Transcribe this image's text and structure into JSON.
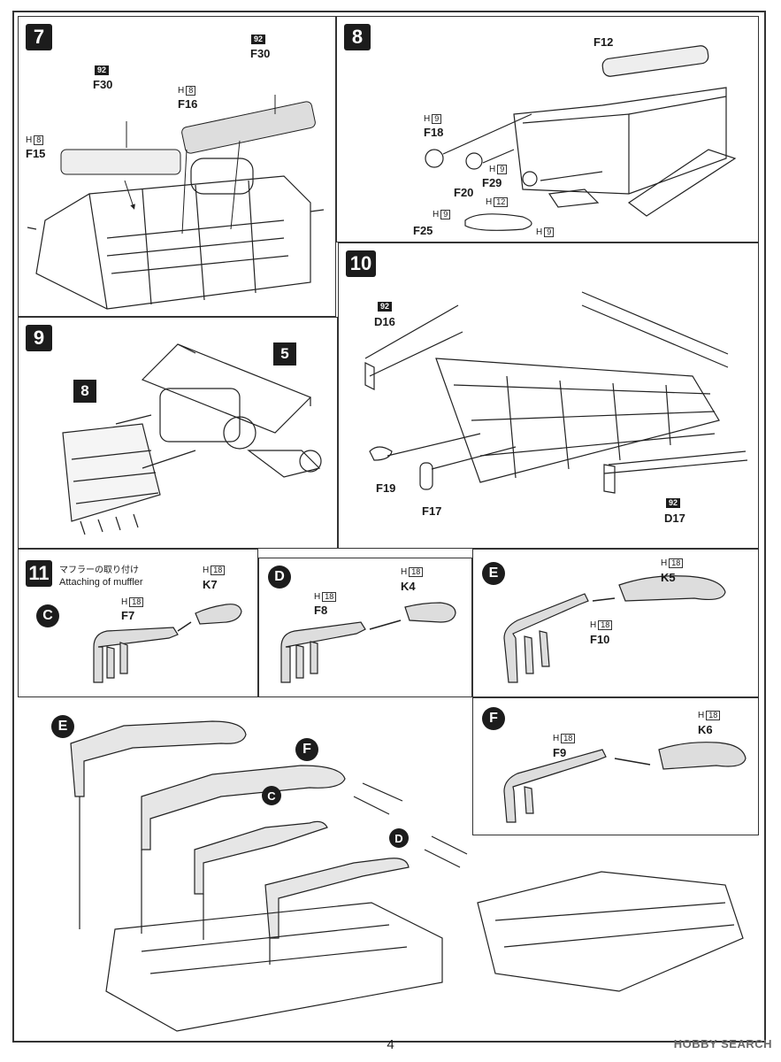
{
  "page_number": "4",
  "brand": "HOBBY SEARCH",
  "steps": {
    "s7": {
      "num": "7",
      "tag1": "92",
      "part1": "F30",
      "tag2": "92",
      "part2": "F30",
      "h_letter": "H",
      "code_f16": "8",
      "part_f16": "F16",
      "code_f15": "8",
      "part_f15": "F15"
    },
    "s8": {
      "num": "8",
      "f12": "F12",
      "h": "H",
      "c9": "9",
      "f18": "F18",
      "f20": "F20",
      "f29": "F29",
      "c12": "12",
      "f25": "F25"
    },
    "s9": {
      "num": "9",
      "ref8": "8",
      "ref5": "5"
    },
    "s10": {
      "num": "10",
      "tag": "92",
      "d16": "D16",
      "f19": "F19",
      "f17": "F17",
      "d17": "D17"
    },
    "s11": {
      "num": "11",
      "jp_title": "マフラーの取り付け",
      "en_title": "Attaching of muffler",
      "h": "H",
      "c18": "18",
      "sub_c": "C",
      "f7": "F7",
      "k7": "K7",
      "sub_d": "D",
      "f8": "F8",
      "k4": "K4",
      "sub_e": "E",
      "f10": "F10",
      "k5": "K5",
      "sub_f": "F",
      "f9": "F9",
      "k6": "K6"
    }
  }
}
